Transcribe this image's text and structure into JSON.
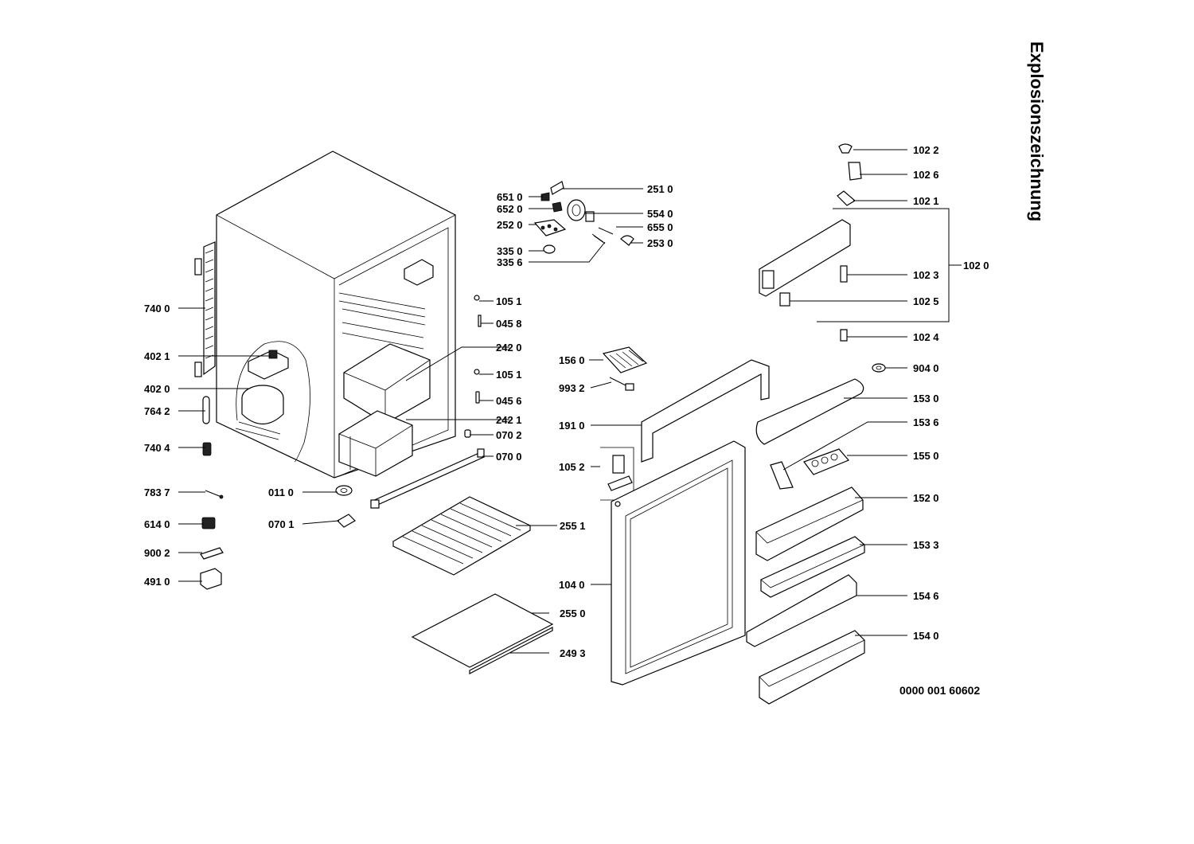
{
  "title": "Explosionszeichnung",
  "document_number": "0000 001 60602",
  "labels": {
    "l7400": "740 0",
    "l4021": "402 1",
    "l4020": "402 0",
    "l7642": "764 2",
    "l7404": "740 4",
    "l7837": "783 7",
    "l6140": "614 0",
    "l9002": "900 2",
    "l4910": "491 0",
    "l0110": "011 0",
    "l0701": "070 1",
    "l6510": "651 0",
    "l6520": "652 0",
    "l2520": "252 0",
    "l3350": "335 0",
    "l3356": "335 6",
    "l2510": "251 0",
    "l5540": "554 0",
    "l6550": "655 0",
    "l2530": "253 0",
    "l1051a": "105 1",
    "l0458": "045 8",
    "l2420": "242 0",
    "l1051b": "105 1",
    "l0456": "045 6",
    "l2421": "242 1",
    "l0702": "070 2",
    "l0700": "070 0",
    "l2551": "255 1",
    "l2550": "255 0",
    "l2493": "249 3",
    "l1560": "156 0",
    "l9932": "993 2",
    "l1910": "191 0",
    "l1052": "105 2",
    "l1040": "104 0",
    "l1022": "102 2",
    "l1026": "102 6",
    "l1021": "102 1",
    "l1023": "102 3",
    "l1020": "102 0",
    "l1025": "102 5",
    "l1024": "102 4",
    "l9040": "904 0",
    "l1530": "153 0",
    "l1536": "153 6",
    "l1550": "155 0",
    "l1520": "152 0",
    "l1533": "153 3",
    "l1546": "154 6",
    "l1540": "154 0"
  }
}
